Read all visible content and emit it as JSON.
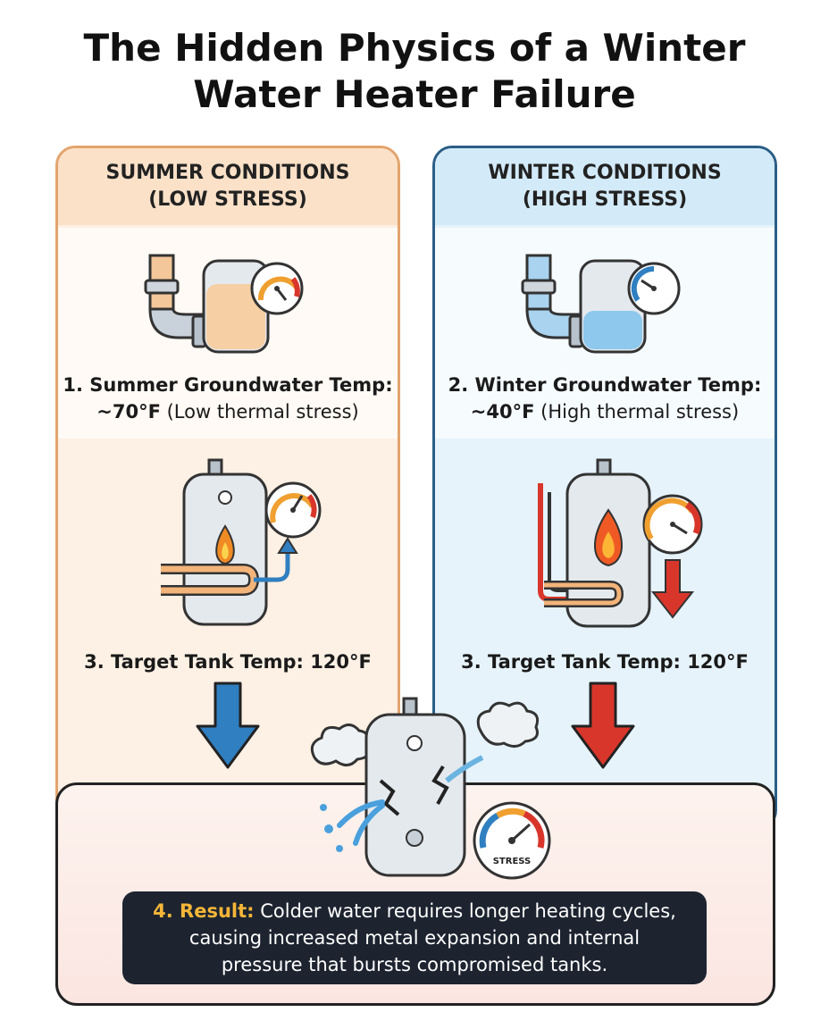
{
  "title": {
    "line1": "The Hidden Physics of a Winter",
    "line2": "Water Heater Failure"
  },
  "summer": {
    "heading_line1": "SUMMER CONDITIONS",
    "heading_line2": "(LOW STRESS)",
    "step1_bold": "1. Summer Groundwater Temp:",
    "step1_value": "~70°F",
    "step1_note": "(Low thermal stress)",
    "step3": "3. Target Tank Temp: 120°F"
  },
  "winter": {
    "heading_line1": "WINTER CONDITIONS",
    "heading_line2": "(HIGH STRESS)",
    "step2_bold": "2. Winter Groundwater Temp:",
    "step2_value": "~40°F",
    "step2_note": "(High thermal stress)",
    "step3": "3. Target Tank Temp: 120°F"
  },
  "result": {
    "gauge_label": "STRESS",
    "lead": "4. Result:",
    "line1": "Colder water requires longer heating cycles,",
    "line2": "causing increased metal expansion and internal",
    "line3": "pressure that bursts compromised tanks."
  },
  "colors": {
    "summer_border": "#e3a46d",
    "winter_border": "#2b5e86",
    "warm_water": "#f3c79a",
    "cold_water": "#8ec8ec",
    "arrow_blue": "#2f7fc1",
    "arrow_red": "#d9362b",
    "caption_bg": "#1d2430",
    "caption_lead": "#f5b638"
  },
  "icons": [
    "pipe-tank-warm-icon",
    "pipe-tank-cold-icon",
    "gauge-icon",
    "flame-icon",
    "water-heater-icon",
    "down-arrow-icon",
    "burst-tank-icon",
    "steam-icon",
    "water-spray-icon",
    "stress-gauge-icon"
  ]
}
